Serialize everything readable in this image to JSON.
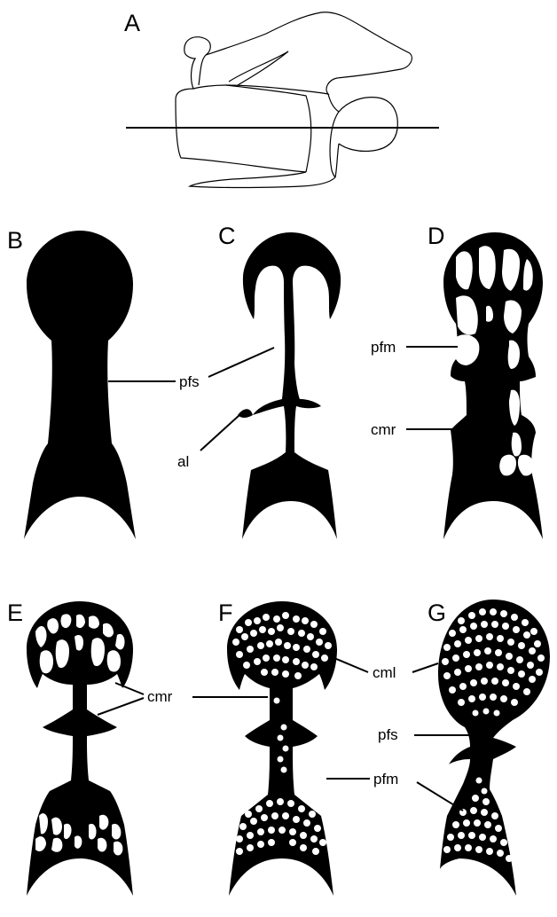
{
  "panels": {
    "a": "A",
    "b": "B",
    "c": "C",
    "d": "D",
    "e": "E",
    "f": "F",
    "g": "G"
  },
  "labels": {
    "b_pfs": "pfs",
    "c_al": "al",
    "d_pfm": "pfm",
    "d_cmr": "cmr",
    "e_cmr": "cmr",
    "f_cml": "cml",
    "g_pfs": "pfs",
    "f_pfm": "pfm"
  }
}
